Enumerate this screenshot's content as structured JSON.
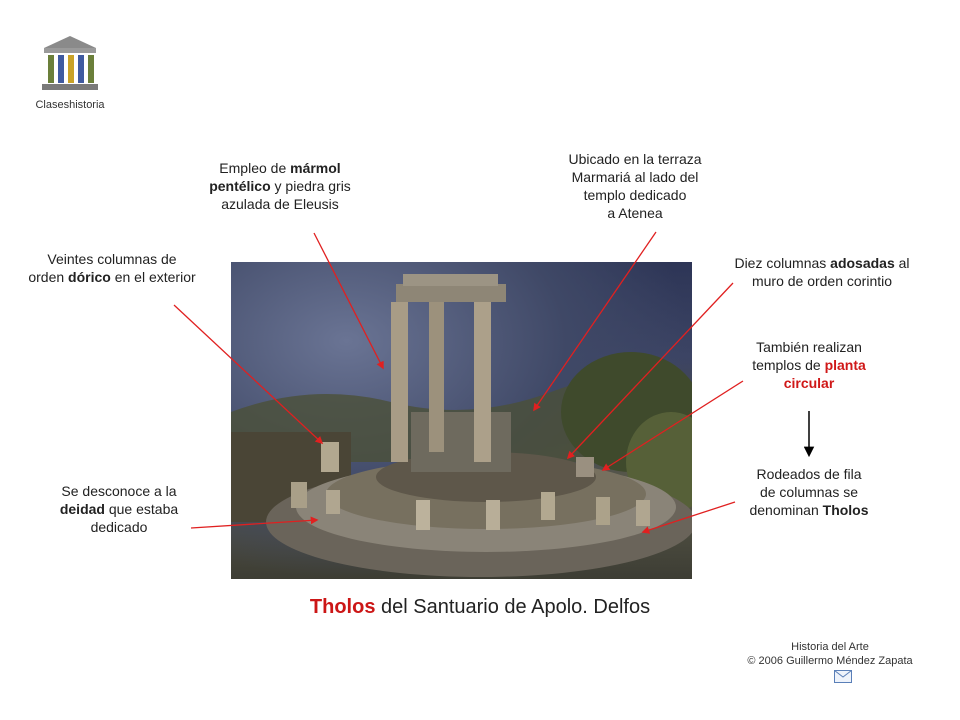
{
  "logo": {
    "caption": "Claseshistoria"
  },
  "notes": {
    "marmol": {
      "pre": "Empleo de ",
      "b1": "mármol",
      "b2": "pentélico",
      "post": " y piedra gris",
      "line3": "azulada de Eleusis"
    },
    "ubicado": {
      "line1": "Ubicado en la terraza",
      "line2": "Marmariá al lado del",
      "line3": "templo dedicado",
      "line4": "a Atenea"
    },
    "veintes": {
      "line1": "Veintes columnas de",
      "pre": "orden ",
      "b": "dórico",
      "post": " en el exterior"
    },
    "diez": {
      "pre": "Diez columnas ",
      "b": "adosadas",
      "post": " al",
      "line2": "muro de orden corintio"
    },
    "tambien": {
      "line1": "También realizan",
      "pre": "templos de ",
      "red1": "planta",
      "red2": "circular"
    },
    "rodeados": {
      "line1": "Rodeados de fila",
      "line2": "de columnas se",
      "pre": "denominan ",
      "b": "Tholos"
    },
    "desconoce": {
      "line1": "Se desconoce a la",
      "b": "deidad",
      "post": " que estaba",
      "line3": "dedicado"
    }
  },
  "caption": {
    "red": "Tholos",
    "rest": " del Santuario de Apolo. Delfos"
  },
  "footer": {
    "line1": "Historia del Arte",
    "line2": "© 2006 Guillermo Méndez Zapata"
  },
  "colors": {
    "arrow": "#e02020",
    "accent_red": "#cc1616",
    "down_arrow": "#000000"
  },
  "icons": {
    "logo": "temple-logo-icon",
    "mail": "mail-icon"
  }
}
